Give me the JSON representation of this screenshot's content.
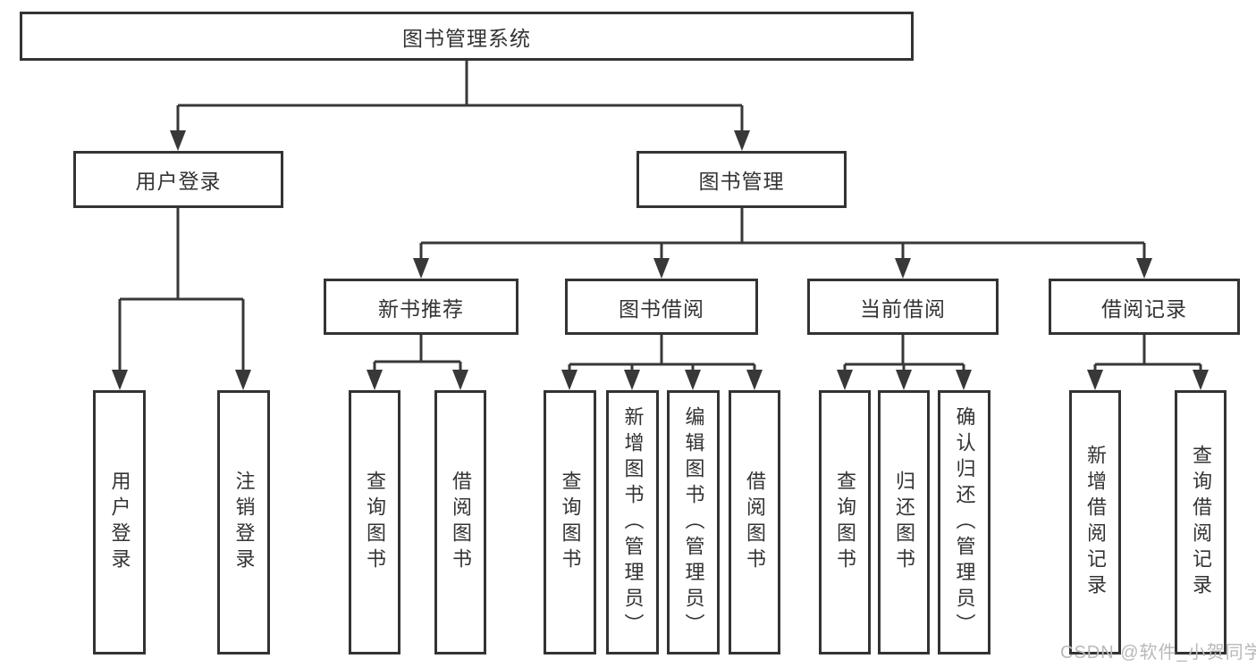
{
  "tree": {
    "root": {
      "label": "图书管理系统"
    },
    "user_login": {
      "label": "用户登录",
      "children": [
        {
          "label": "用户登录"
        },
        {
          "label": "注销登录"
        }
      ]
    },
    "book_management": {
      "label": "图书管理",
      "children": [
        {
          "label": "新书推荐",
          "children": [
            {
              "label": "查询图书"
            },
            {
              "label": "借阅图书"
            }
          ]
        },
        {
          "label": "图书借阅",
          "children": [
            {
              "label": "查询图书"
            },
            {
              "label": "新增图书（管理员）"
            },
            {
              "label": "编辑图书（管理员）"
            },
            {
              "label": "借阅图书"
            }
          ]
        },
        {
          "label": "当前借阅",
          "children": [
            {
              "label": "查询图书"
            },
            {
              "label": "归还图书"
            },
            {
              "label": "确认归还（管理员）"
            }
          ]
        },
        {
          "label": "借阅记录",
          "children": [
            {
              "label": "新增借阅记录"
            },
            {
              "label": "查询借阅记录"
            }
          ]
        }
      ]
    }
  },
  "watermark": "CSDN @软件_小贺同学",
  "colors": {
    "line": "#383838",
    "text": "#333333",
    "box_border": "#333333",
    "box_background": "#ffffff",
    "watermark": "#b9b9b9"
  }
}
